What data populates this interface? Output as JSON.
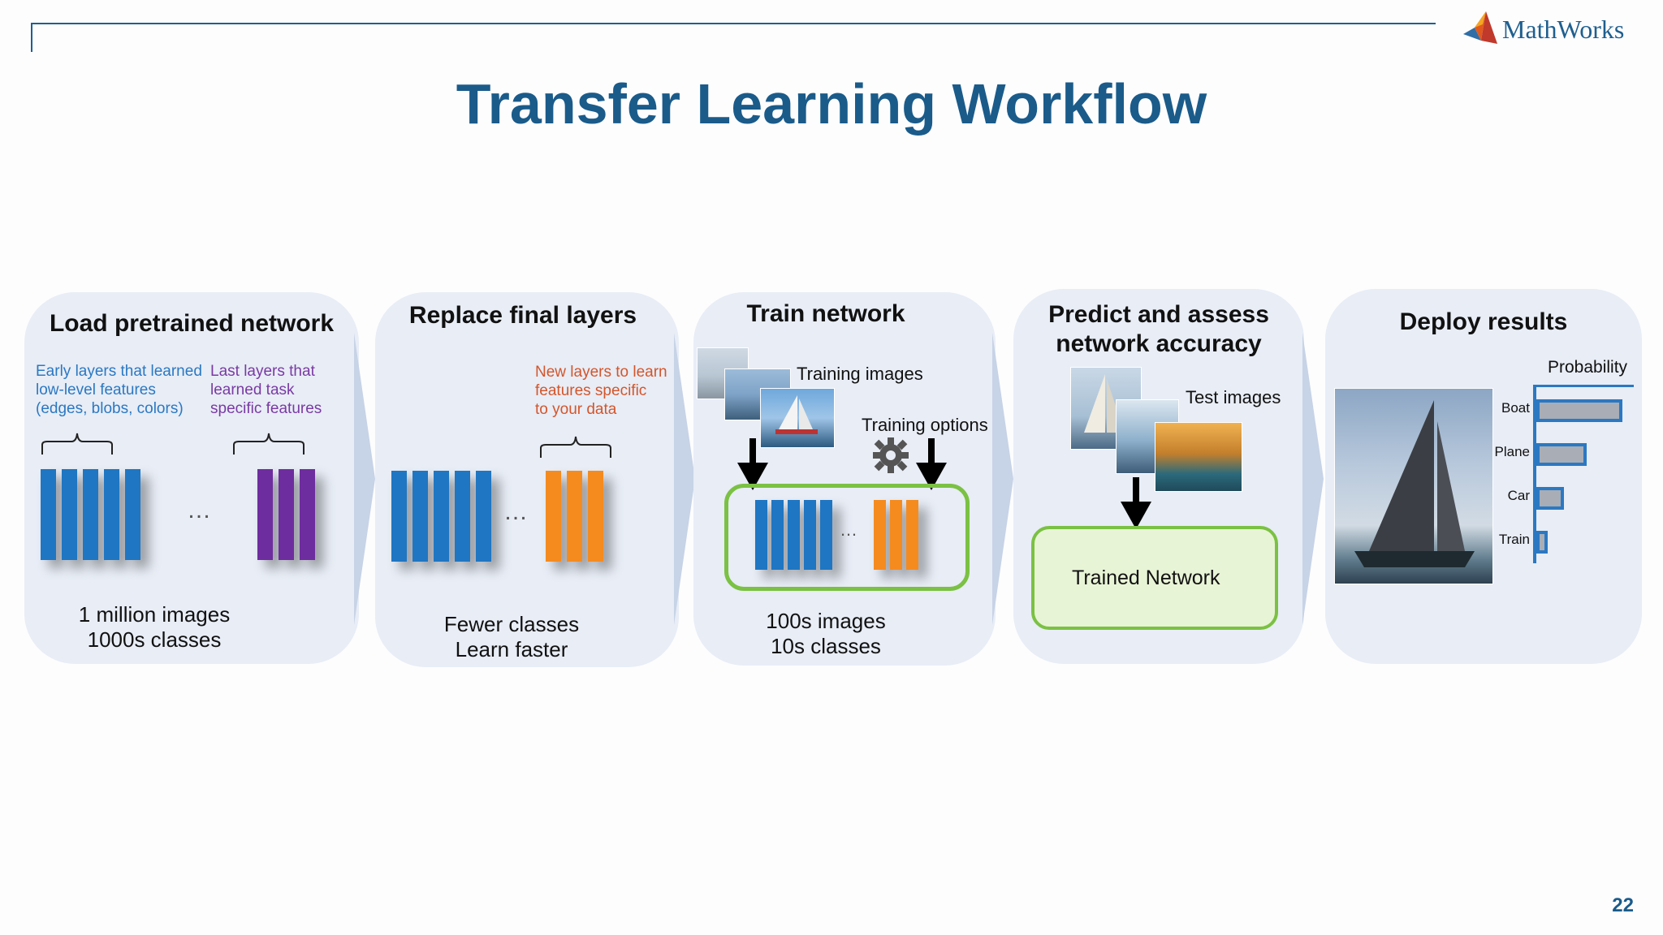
{
  "header": {
    "logo_text": "MathWorks",
    "title": "Transfer Learning Workflow",
    "page_number": "22"
  },
  "steps": [
    {
      "title": "Load pretrained network",
      "note_early": [
        "Early layers that learned",
        "low-level features",
        "(edges, blobs, colors)"
      ],
      "note_last": [
        "Last layers that",
        "learned task",
        "specific features"
      ],
      "footer": [
        "1 million images",
        "1000s classes"
      ]
    },
    {
      "title": "Replace final layers",
      "note_new": [
        "New layers to learn",
        "features specific",
        "to your data"
      ],
      "footer": [
        "Fewer classes",
        "Learn faster"
      ]
    },
    {
      "title": "Train network",
      "training_images": "Training images",
      "training_options": "Training options",
      "footer": [
        "100s images",
        "10s classes"
      ]
    },
    {
      "title_lines": [
        "Predict and assess",
        "network accuracy"
      ],
      "test_images": "Test images",
      "trained_network": "Trained Network"
    },
    {
      "title": "Deploy results",
      "probability_label": "Probability",
      "probabilities": [
        {
          "label": "Boat",
          "value": 0.95
        },
        {
          "label": "Plane",
          "value": 0.55
        },
        {
          "label": "Car",
          "value": 0.3
        },
        {
          "label": "Train",
          "value": 0.12
        }
      ]
    }
  ],
  "colors": {
    "brand_blue": "#1a5b8a",
    "layer_blue": "#1f76c2",
    "layer_purple": "#6e2d9e",
    "layer_orange": "#f58b1f",
    "green": "#7bc143",
    "panel_bg": "#e8edf6"
  }
}
